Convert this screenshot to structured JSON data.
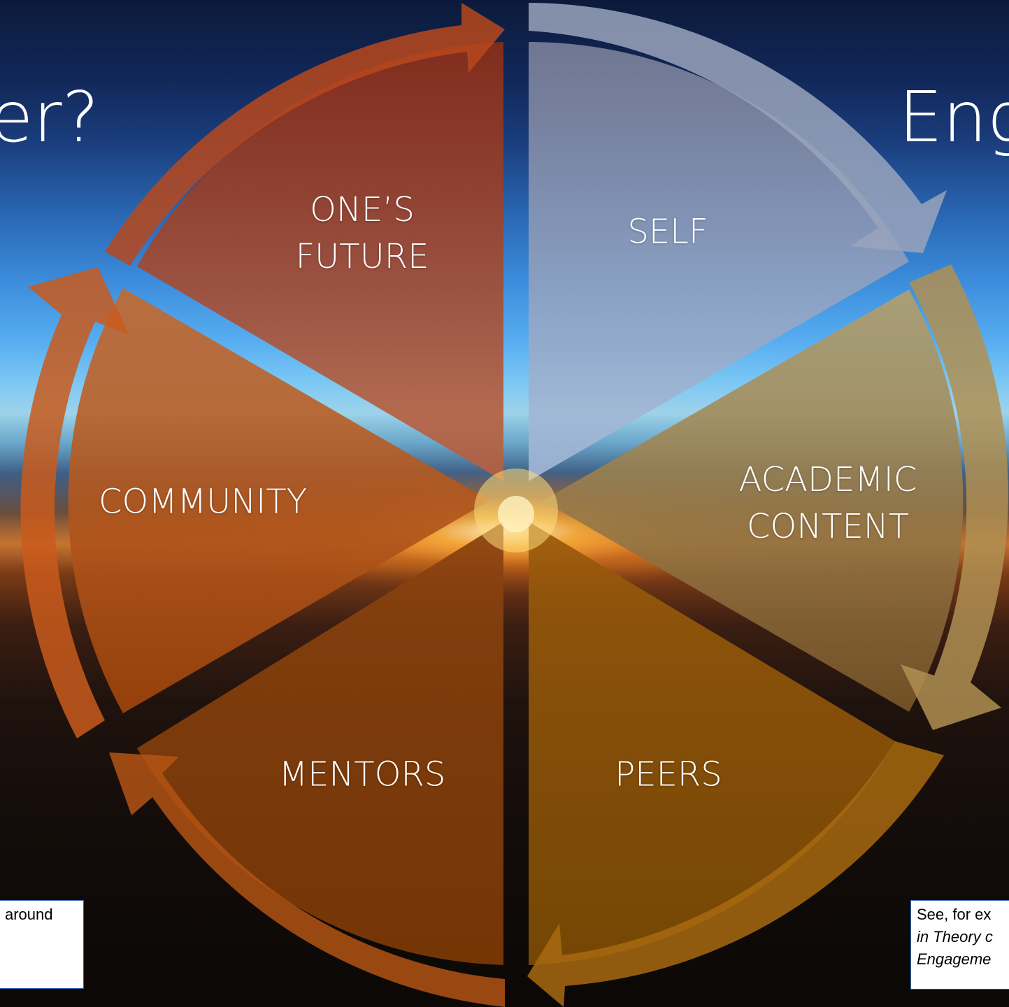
{
  "titles": {
    "left": "er?",
    "right": "Eng"
  },
  "segments": [
    {
      "id": "ones-future",
      "lines": [
        "ONE’S",
        "FUTURE"
      ],
      "color": "#c8542a"
    },
    {
      "id": "self",
      "lines": [
        "SELF"
      ],
      "color": "#8fa6cf"
    },
    {
      "id": "academic-content",
      "lines": [
        "ACADEMIC",
        "CONTENT"
      ],
      "color": "#b0915a"
    },
    {
      "id": "peers",
      "lines": [
        "PEERS"
      ],
      "color": "#94580a"
    },
    {
      "id": "mentors",
      "lines": [
        "MENTORS"
      ],
      "color": "#8a420e"
    },
    {
      "id": "community",
      "lines": [
        "COMMUNITY"
      ],
      "color": "#c65a1e"
    }
  ],
  "notes": {
    "left": "around",
    "right_line1": "See, for ex",
    "right_line2": "in Theory c",
    "right_line3": "Engageme"
  }
}
